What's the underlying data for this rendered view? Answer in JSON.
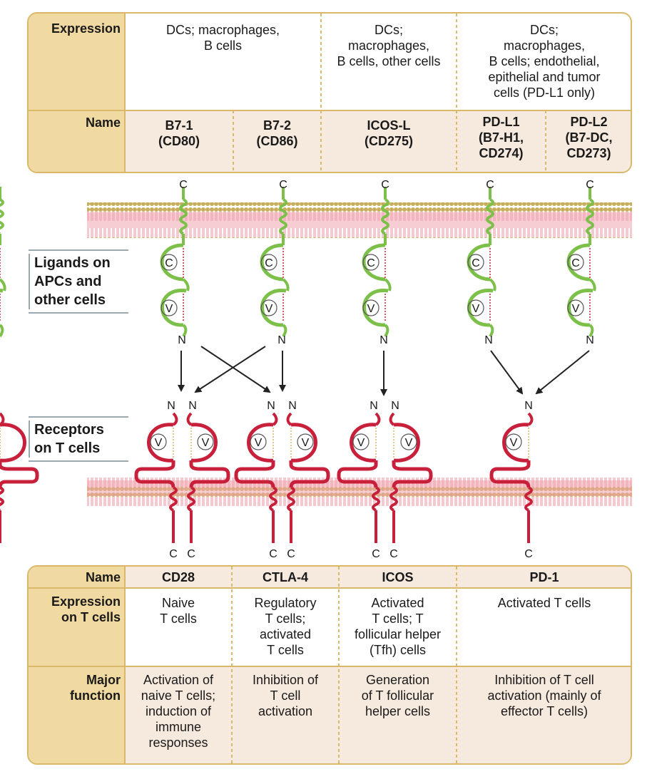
{
  "top_table": {
    "expression_header": "Expression",
    "name_header": "Name",
    "expressions": [
      "DCs; macrophages,\nB cells",
      "DCs;\nmacrophages,\nB cells, other cells",
      "DCs;\nmacrophages,\nB cells; endothelial,\nepithelial and tumor\ncells (PD-L1 only)"
    ],
    "ligand_names": [
      "B7-1\n(CD80)",
      "B7-2\n(CD86)",
      "ICOS-L\n(CD275)",
      "PD-L1\n(B7-H1,\nCD274)",
      "PD-L2\n(B7-DC,\nCD273)"
    ]
  },
  "side_labels": {
    "ligands": "Ligands on\nAPCs and\nother cells",
    "receptors": "Receptors\non T cells"
  },
  "domain_labels": {
    "c_terminus": "C",
    "n_terminus": "N",
    "c_domain": "C",
    "v_domain": "V"
  },
  "bottom_table": {
    "name_header": "Name",
    "expression_header": "Expression\non T cells",
    "function_header": "Major\nfunction",
    "receptors": [
      {
        "name": "CD28",
        "expression": "Naive\nT cells",
        "function": "Activation of\nnaive T cells;\ninduction of\nimmune\nresponses"
      },
      {
        "name": "CTLA-4",
        "expression": "Regulatory\nT cells;\nactivated\nT cells",
        "function": "Inhibition of\nT cell\nactivation"
      },
      {
        "name": "ICOS",
        "expression": "Activated\nT cells; T\nfollicular helper\n(Tfh) cells",
        "function": "Generation\nof T follicular\nhelper cells"
      },
      {
        "name": "PD-1",
        "expression": "Activated T cells",
        "function": "Inhibition of T cell\nactivation (mainly of\neffector T cells)"
      }
    ]
  },
  "colors": {
    "border": "#d9b86a",
    "header_fill": "#f1d9a2",
    "cell_fill": "#f6e9dd",
    "ligand_green": "#7cc04a",
    "receptor_red": "#c8203a",
    "membrane_pink": "#f0a4b0",
    "membrane_gold": "#c8ad5a"
  }
}
